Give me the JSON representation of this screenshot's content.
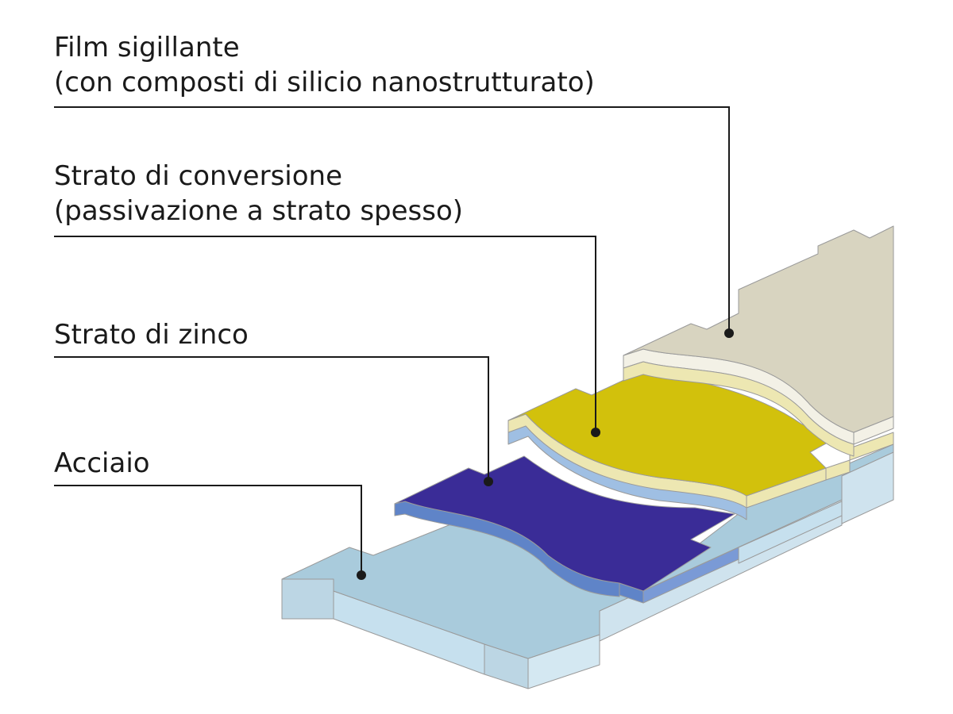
{
  "layers": [
    {
      "id": "sealing-film",
      "line1": "Film sigillante",
      "line2": "(con composti di silicio nanostrutturato)",
      "top_color": "#d8d4c0",
      "edge_color": "#f3f1e6"
    },
    {
      "id": "conversion-layer",
      "line1": "Strato di conversione",
      "line2": "(passivazione a strato spesso)",
      "top_color": "#d2c10c",
      "edge_color": "#ede7b2"
    },
    {
      "id": "zinc-layer",
      "line1": "Strato di zinco",
      "line2": "",
      "top_color": "#3a2c97",
      "edge_color": "#5f84c8"
    },
    {
      "id": "steel",
      "line1": "Acciaio",
      "line2": "",
      "top_color": "#a9cbdc",
      "edge_color": "#c6e0ee"
    }
  ]
}
